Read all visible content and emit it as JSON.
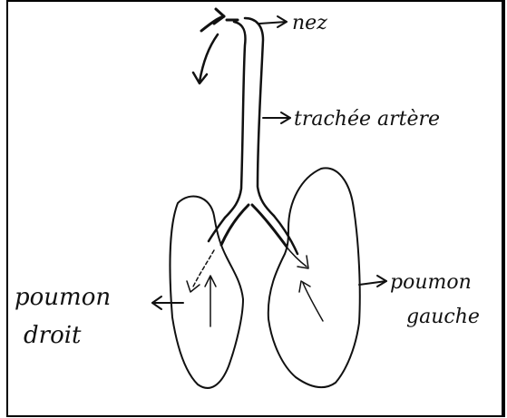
{
  "labels": {
    "nose": "nez",
    "trachea": "trachée artère",
    "right_lung_line1": "poumon",
    "right_lung_line2": "droit",
    "left_lung_line1": "poumon",
    "left_lung_line2": "gauche"
  },
  "colors": {
    "ink": "#111111",
    "background": "#ffffff",
    "frame": "#000000"
  }
}
